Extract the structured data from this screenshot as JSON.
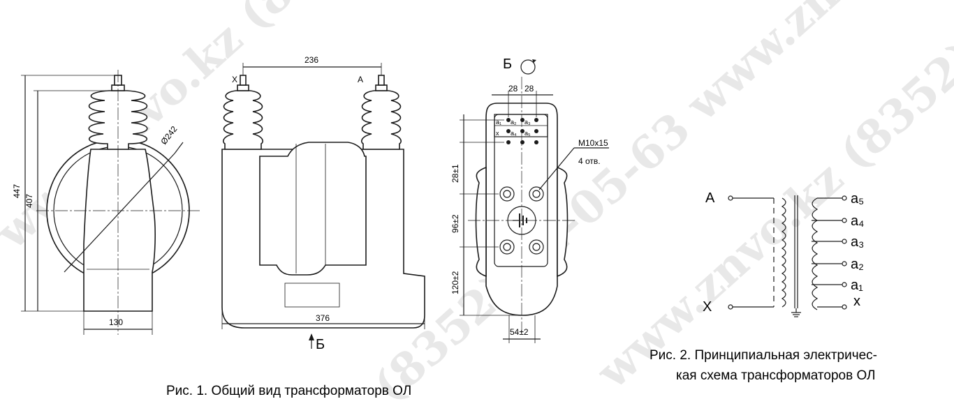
{
  "watermark": {
    "text_1": "www.znvo.kz (8352) 62-05-63",
    "text_2": "www.znvo.kz (8352) 62-61-63",
    "text_3": "(8352) 62-05-63 www.znvo.kz"
  },
  "fig1": {
    "caption": "Рис. 1. Общий вид трансформаторв ОЛ",
    "side_view": {
      "dim_overall_height": "447",
      "dim_body_height": "407",
      "dim_diameter": "Ø242",
      "dim_width": "130"
    },
    "front_view": {
      "terminal_x": "X",
      "terminal_a": "A",
      "dim_terminal_spacing": "236",
      "dim_length": "376",
      "view_marker": "Б"
    }
  },
  "view_b": {
    "title": "Б",
    "dim_pitch_1": "28",
    "dim_pitch_2": "28",
    "dim_28": "28±1",
    "dim_96": "96±2",
    "dim_120": "120±2",
    "dim_54": "54±2",
    "thread_label": "M10x15",
    "holes_label": "4 отв.",
    "terminal_labels": {
      "a1": "a₁",
      "a2": "a₂",
      "a3": "a₃",
      "x": "x",
      "a4": "a₄",
      "a5": "a₅"
    }
  },
  "fig2": {
    "caption_line_1": "Рис. 2. Принципиальная электричес-",
    "caption_line_2": "кая схема трансформаторов ОЛ",
    "primary_a": "A",
    "primary_x": "X",
    "secondary": {
      "a5": "a₅",
      "a4": "a₄",
      "a3": "a₃",
      "a2": "a₂",
      "a1": "a₁",
      "x": "x"
    }
  }
}
